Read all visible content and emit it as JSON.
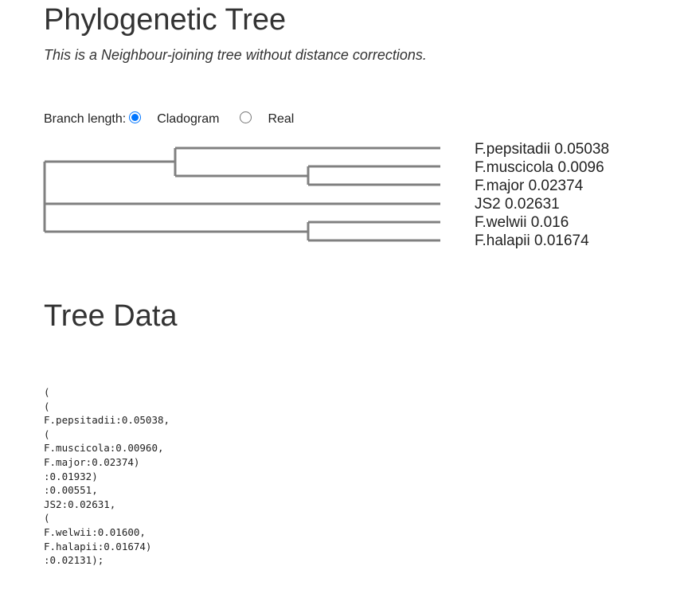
{
  "header": {
    "title": "Phylogenetic Tree",
    "subtitle": "This is a Neighbour-joining tree without distance corrections."
  },
  "branch_length": {
    "label": "Branch length:",
    "options": [
      {
        "label": "Cladogram",
        "selected": true
      },
      {
        "label": "Real",
        "selected": false
      }
    ]
  },
  "tree": {
    "line_color": "#808080",
    "leaves": [
      {
        "name": "F.pepsitadii",
        "length": "0.05038"
      },
      {
        "name": "F.muscicola",
        "length": "0.0096"
      },
      {
        "name": "F.major",
        "length": "0.02374"
      },
      {
        "name": "JS2",
        "length": "0.02631"
      },
      {
        "name": "F.welwii",
        "length": "0.016"
      },
      {
        "name": "F.halapii",
        "length": "0.01674"
      }
    ]
  },
  "tree_data": {
    "title": "Tree Data",
    "lines": [
      "(",
      "(",
      "F.pepsitadii:0.05038,",
      "(",
      "F.muscicola:0.00960,",
      "F.major:0.02374)",
      ":0.01932)",
      ":0.00551,",
      "JS2:0.02631,",
      "(",
      "F.welwii:0.01600,",
      "F.halapii:0.01674)",
      ":0.02131);"
    ]
  }
}
